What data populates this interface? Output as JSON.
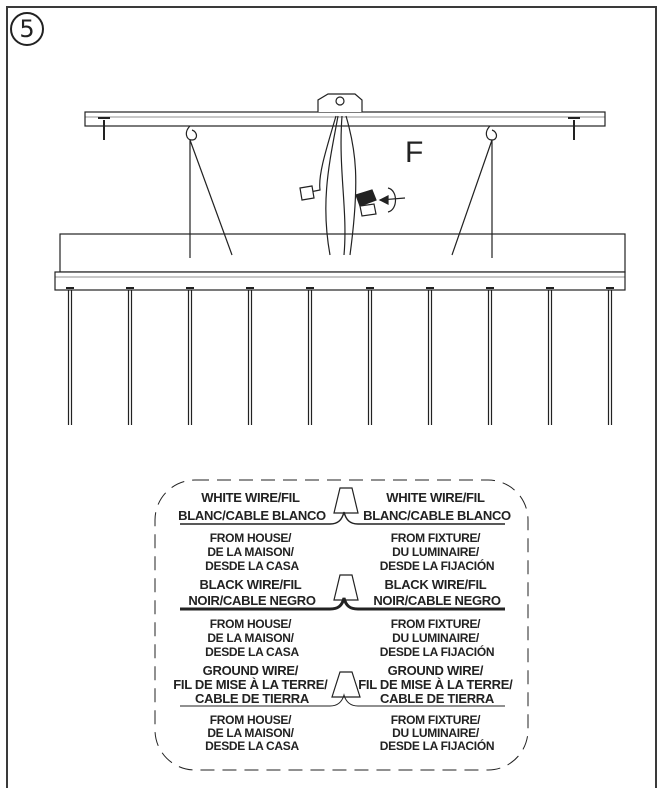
{
  "step": {
    "number": "5"
  },
  "part_label": "F",
  "legend": {
    "white": {
      "house_label": [
        "WHITE WIRE/FIL",
        "BLANC/CABLE BLANCO"
      ],
      "fixture_label": [
        "WHITE WIRE/FIL",
        "BLANC/CABLE BLANCO"
      ],
      "house_source": [
        "FROM HOUSE/",
        "DE LA MAISON/",
        "DESDE LA CASA"
      ],
      "fixture_source": [
        "FROM FIXTURE/",
        "DU LUMINAIRE/",
        "DESDE LA FIJACIÓN"
      ]
    },
    "black": {
      "house_label": [
        "BLACK WIRE/FIL",
        "NOIR/CABLE NEGRO"
      ],
      "fixture_label": [
        "BLACK WIRE/FIL",
        "NOIR/CABLE NEGRO"
      ],
      "house_source": [
        "FROM HOUSE/",
        "DE LA MAISON/",
        "DESDE LA CASA"
      ],
      "fixture_source": [
        "FROM FIXTURE/",
        "DU LUMINAIRE/",
        "DESDE LA FIJACIÓN"
      ]
    },
    "ground": {
      "house_label": [
        "GROUND WIRE/",
        "FIL DE MISE À LA TERRE/",
        "CABLE DE TIERRA"
      ],
      "fixture_label": [
        "GROUND WIRE/",
        "FIL DE MISE À LA TERRE/",
        "CABLE DE TIERRA"
      ],
      "house_source": [
        "FROM HOUSE/",
        "DE LA MAISON/",
        "DESDE LA CASA"
      ],
      "fixture_source": [
        "FROM FIXTURE/",
        "DU LUMINAIRE/",
        "DESDE LA FIJACIÓN"
      ]
    }
  },
  "colors": {
    "line": "#222222",
    "background": "#ffffff"
  }
}
